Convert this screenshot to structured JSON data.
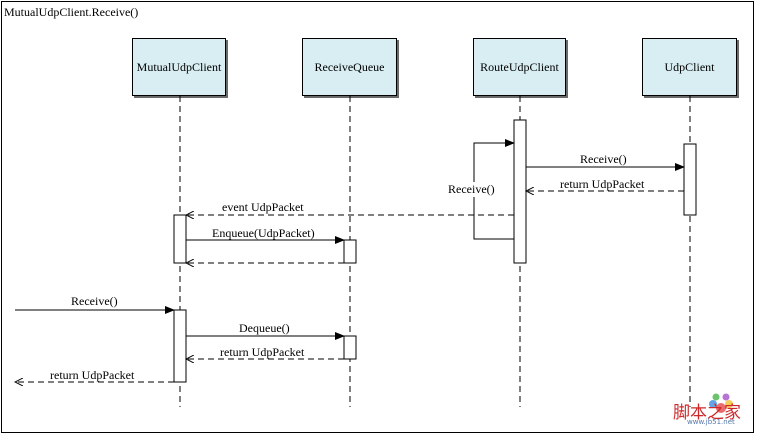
{
  "frame": {
    "title": "MutualUdpClient.Receive()"
  },
  "lifelines": [
    {
      "name": "MutualUdpClient"
    },
    {
      "name": "ReceiveQueue"
    },
    {
      "name": "RouteUdpClient"
    },
    {
      "name": "UdpClient"
    }
  ],
  "messages": [
    {
      "label": "Receive()",
      "from": "RouteUdpClient",
      "to": "UdpClient",
      "kind": "call"
    },
    {
      "label": "return UdpPacket",
      "from": "UdpClient",
      "to": "RouteUdpClient",
      "kind": "return"
    },
    {
      "label": "Receive()",
      "from": "RouteUdpClient",
      "to": "RouteUdpClient",
      "kind": "self-call"
    },
    {
      "label": "event UdpPacket",
      "from": "RouteUdpClient",
      "to": "MutualUdpClient",
      "kind": "return"
    },
    {
      "label": "Enqueue(UdpPacket)",
      "from": "MutualUdpClient",
      "to": "ReceiveQueue",
      "kind": "call"
    },
    {
      "label": "",
      "from": "ReceiveQueue",
      "to": "MutualUdpClient",
      "kind": "return"
    },
    {
      "label": "Receive()",
      "from": "caller",
      "to": "MutualUdpClient",
      "kind": "call"
    },
    {
      "label": "Dequeue()",
      "from": "MutualUdpClient",
      "to": "ReceiveQueue",
      "kind": "call"
    },
    {
      "label": "return UdpPacket",
      "from": "ReceiveQueue",
      "to": "MutualUdpClient",
      "kind": "return"
    },
    {
      "label": "return UdpPacket",
      "from": "MutualUdpClient",
      "to": "caller",
      "kind": "return"
    }
  ],
  "watermark": {
    "text": "脚本之家",
    "sub": "www.jb51.net"
  }
}
